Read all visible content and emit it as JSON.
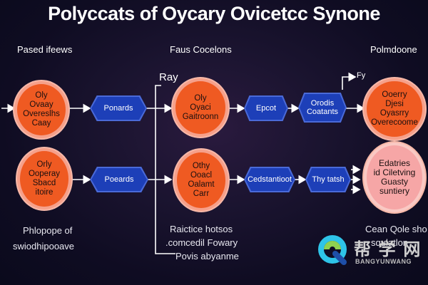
{
  "title": "Polyccats of Oycary Ovicetcc Synone",
  "headers": {
    "left": "Pased ifeews",
    "center": "Faus Cocelons",
    "right": "Polmdoone"
  },
  "ray_label": "Ray",
  "circles": {
    "left_top": "Oly\nOvaay\nOvereslhs\nCaay",
    "left_bottom": "Orly\nOoperay\nSbacd\nitoire",
    "center_top": "Oly\nOyaci\nGaitroonn",
    "center_bottom": "Othy\nOoacl\nOalamt\nCarr",
    "right_top": "Ooerry\nDjesi\nOyasrry\nOverecoome",
    "right_pink": "Edatries\nid Ciletving\nGuasty\nsuntiery"
  },
  "hexagons": {
    "left_top": "Ponards",
    "left_bottom": "Poeards",
    "center_top": "Epcot",
    "center_bottom": "Cedstantioot",
    "right_top": "Orodis\nCoatants",
    "right_bottom": "Thy tatsh"
  },
  "fy_label": "Fy",
  "bottom_left": [
    "Phlopope of",
    "swiodhipooave"
  ],
  "bottom_center": [
    "Raictice hotsos",
    ".comcedil Fowary",
    "Povis abyanme"
  ],
  "bottom_right": [
    "Cean Qole sho",
    "squlatlon"
  ],
  "watermark": {
    "icon": "q-logo-icon",
    "chinese": "帮 学 网",
    "latin": "BANGYUNWANG"
  },
  "colors": {
    "background": "#0f0c22",
    "circle_fill": "#ef5a22",
    "circle_ring": "#f6a08a",
    "pink_fill": "#f6a6a6",
    "hex_fill": "#1d3fb8",
    "arrow": "#ffffff"
  }
}
